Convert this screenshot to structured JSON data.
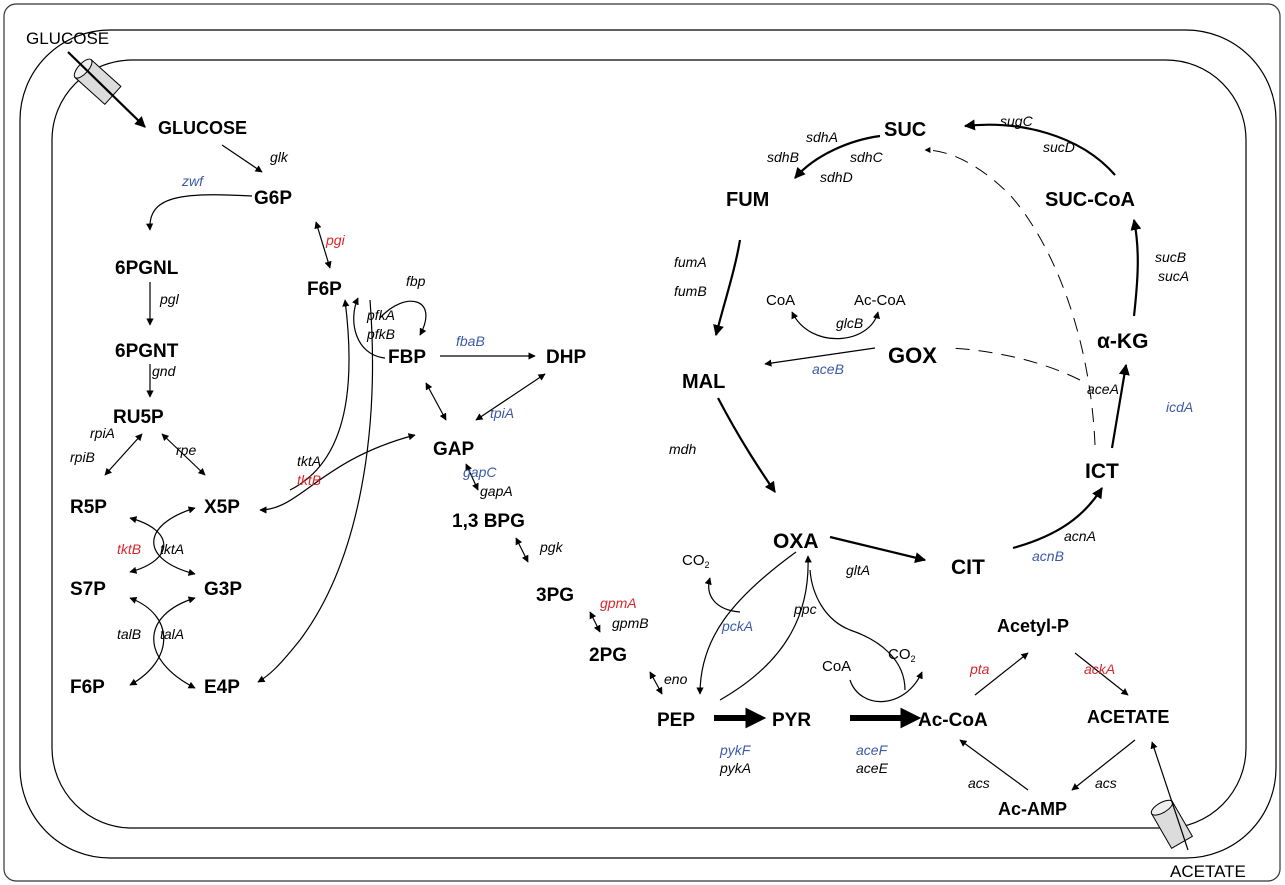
{
  "colors": {
    "black": "#000000",
    "blue": "#3b5aa6",
    "red": "#d9262b"
  },
  "external": {
    "glucose": "GLUCOSE",
    "acetate": "ACETATE"
  },
  "nodes": {
    "glucose": "GLUCOSE",
    "g6p": "G6P",
    "pgnl": "6PGNL",
    "f6p": "F6P",
    "pgnt": "6PGNT",
    "fbp": "FBP",
    "dhp": "DHP",
    "ru5p": "RU5P",
    "gap": "GAP",
    "r5p": "R5P",
    "x5p": "X5P",
    "bpg": "1,3 BPG",
    "s7p": "S7P",
    "g3p": "G3P",
    "pg3": "3PG",
    "pg2": "2PG",
    "f6p2": "F6P",
    "e4p": "E4P",
    "pep": "PEP",
    "pyr": "PYR",
    "accoa": "Ac-CoA",
    "acetate": "ACETATE",
    "acamp": "Ac-AMP",
    "acetylp": "Acetyl-P",
    "suc": "SUC",
    "fum": "FUM",
    "succoa": "SUC-CoA",
    "mal": "MAL",
    "gox": "GOX",
    "akg": "α-KG",
    "oxa": "OXA",
    "cit": "CIT",
    "ict": "ICT"
  },
  "cofactors": {
    "coa_gox": "CoA",
    "accoa_gox": "Ac-CoA",
    "co2_left": "CO",
    "co2_right": "CO",
    "co2_sub": "2",
    "coa_pyr": "CoA"
  },
  "enzymes": {
    "glk": "glk",
    "zwf": "zwf",
    "pgi": "pgi",
    "pgl": "pgl",
    "fbp": "fbp",
    "pfkA": "pfkA",
    "pfkB": "pfkB",
    "fbaB": "fbaB",
    "gnd": "gnd",
    "tpiA": "tpiA",
    "rpiA": "rpiA",
    "rpiB": "rpiB",
    "rpe": "rpe",
    "tktA_top": "tktA",
    "tktB_top": "tktB",
    "gapC": "gapC",
    "gapA": "gapA",
    "tktB_mid": "tktB",
    "tktA_mid": "tktA",
    "pgk": "pgk",
    "gpmA": "gpmA",
    "gpmB": "gpmB",
    "talB": "talB",
    "talA": "talA",
    "eno": "eno",
    "pykF": "pykF",
    "pykA": "pykA",
    "aceF": "aceF",
    "aceE": "aceE",
    "pta": "pta",
    "ackA": "ackA",
    "acs_left": "acs",
    "acs_right": "acs",
    "pckA": "pckA",
    "ppc": "ppc",
    "gltA": "gltA",
    "acnA": "acnA",
    "acnB": "acnB",
    "icdA": "icdA",
    "aceA": "aceA",
    "aceB": "aceB",
    "glcB": "glcB",
    "mdh": "mdh",
    "fumA": "fumA",
    "fumB": "fumB",
    "sucB": "sucB",
    "sucA": "sucA",
    "sugC": "sugC",
    "sucD": "sucD",
    "sdhA": "sdhA",
    "sdhB": "sdhB",
    "sdhC": "sdhC",
    "sdhD": "sdhD"
  }
}
